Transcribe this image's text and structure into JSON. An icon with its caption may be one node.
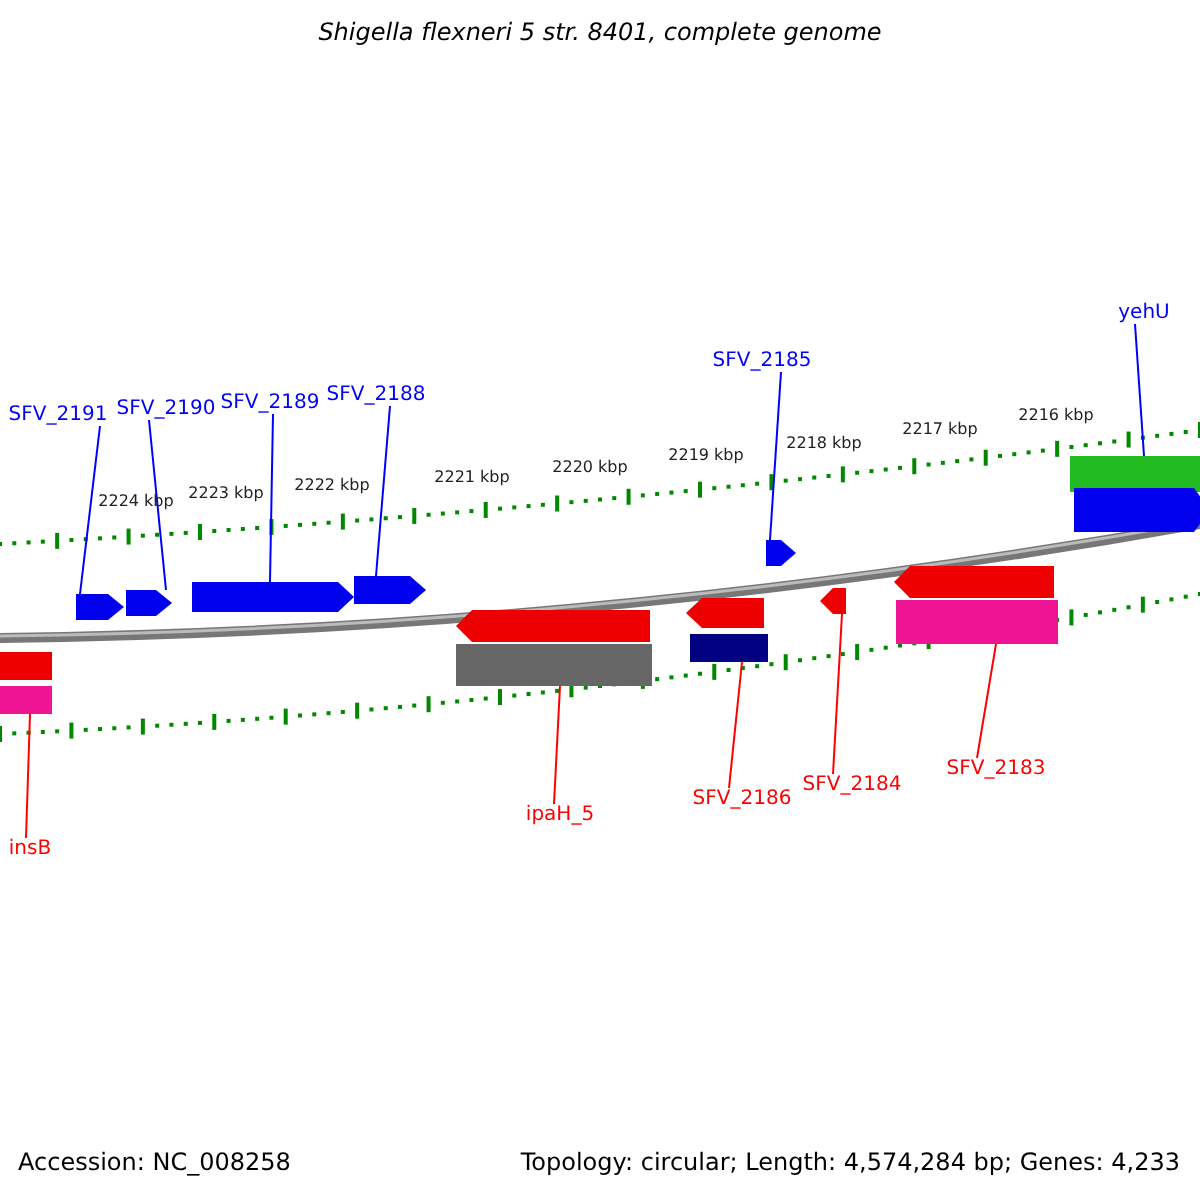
{
  "diagram": {
    "title": "Shigella flexneri 5 str. 8401, complete genome",
    "nodes": [
      {
        "text": [
          "SFV_2191"
        ]
      },
      {
        "text": [
          "SFV_2190"
        ]
      },
      {
        "text": [
          "SFV_2189"
        ]
      },
      {
        "text": [
          "SFV_2188"
        ]
      },
      {
        "text": [
          "SFV_2185"
        ]
      },
      {
        "text": [
          "yehU"
        ]
      },
      {
        "text": [
          "insB"
        ]
      },
      {
        "text": [
          "ipaH_5"
        ]
      },
      {
        "text": [
          "SFV_2186"
        ]
      },
      {
        "text": [
          "SFV_2184"
        ]
      },
      {
        "text": [
          "SFV_2183"
        ]
      },
      {
        "text": [],
        "shape": "pentagon"
      },
      {
        "text": [],
        "shape": "pentagon"
      },
      {
        "text": [],
        "shape": "pentagon"
      },
      {
        "text": [],
        "shape": "pentagon"
      },
      {
        "text": [],
        "shape": "pentagon"
      },
      {
        "text": [],
        "shape": "bar"
      },
      {
        "text": [],
        "shape": "bar"
      },
      {
        "text": [],
        "shape": "bar"
      },
      {
        "text": [],
        "shape": "bar"
      },
      {
        "text": [],
        "shape": "pentagon"
      },
      {
        "text": [],
        "shape": "bar"
      },
      {
        "text": [],
        "shape": "pentagon"
      },
      {
        "text": [],
        "shape": "pentagon"
      },
      {
        "text": [],
        "shape": "pentagon"
      },
      {
        "text": [],
        "shape": "pentagon"
      },
      {
        "text": [],
        "shape": "pentagon"
      }
    ],
    "edges": [
      {
        "from": 0,
        "to": 11,
        "arrow": "none"
      },
      {
        "from": 1,
        "to": 12,
        "arrow": "none"
      },
      {
        "from": 2,
        "to": 13,
        "arrow": "none"
      },
      {
        "from": 3,
        "to": 14,
        "arrow": "none"
      },
      {
        "from": 4,
        "to": 15,
        "arrow": "none"
      },
      {
        "from": 5,
        "to": 16,
        "arrow": "none"
      },
      {
        "from": 6,
        "to": 17,
        "arrow": "none",
        "color": "#ff0000"
      },
      {
        "from": 7,
        "to": 18,
        "arrow": "none",
        "color": "#ff0000"
      },
      {
        "from": 8,
        "to": 19,
        "arrow": "none",
        "color": "#ff0000"
      },
      {
        "from": 9,
        "to": 20,
        "arrow": "none",
        "color": "#ff0000"
      },
      {
        "from": 10,
        "to": 21,
        "arrow": "none",
        "color": "#ff0000"
      }
    ],
    "labels": [
      "2224 kbp",
      "2223 kbp",
      "2222 kbp",
      "2221 kbp",
      "2220 kbp",
      "2219 kbp",
      "2218 kbp",
      "2217 kbp",
      "2216 kbp",
      "Accession: NC_008258",
      "Topology: circular; Length: 4,574,284 bp; Genes: 4,233"
    ]
  }
}
